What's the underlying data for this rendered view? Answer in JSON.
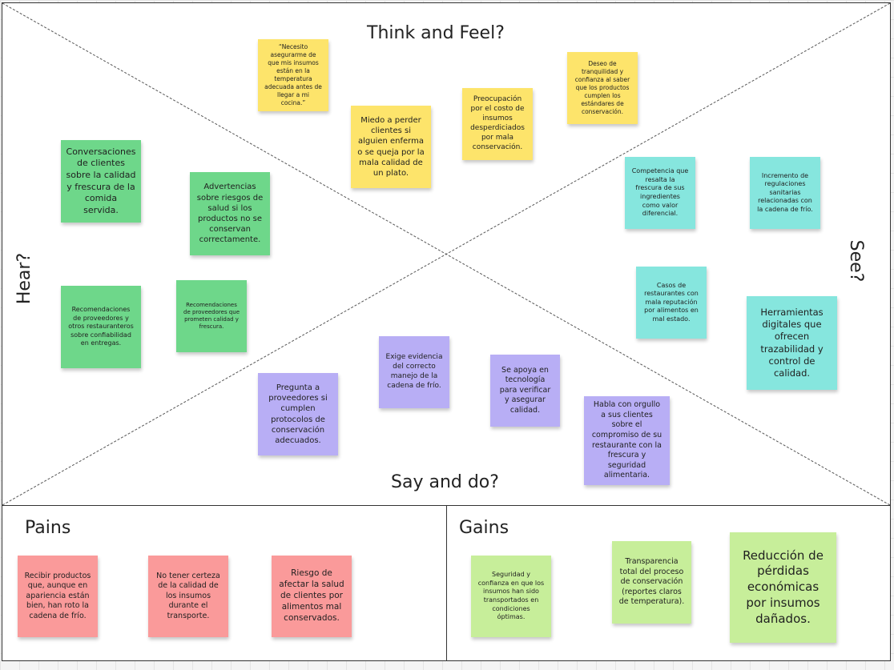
{
  "quadrants": {
    "think_feel": "Think and Feel?",
    "hear": "Hear?",
    "see": "See?",
    "say_do": "Say and do?"
  },
  "sections": {
    "pains": "Pains",
    "gains": "Gains"
  },
  "colors": {
    "yellow": "#fde46b",
    "green": "#6ed78a",
    "cyan": "#86e6de",
    "purple": "#b8aef5",
    "red": "#fa9a9a",
    "lime": "#c7ee9a"
  },
  "notes": {
    "think_1": "“Necesito asegurarme de que mis insumos están en la temperatura adecuada antes de llegar a mi cocina.”",
    "think_2": "Miedo a perder clientes si alguien enferma o se queja por la mala calidad de un plato.",
    "think_3": "Preocupación por el costo de insumos desperdiciados por mala conservación.",
    "think_4": "Deseo de tranquilidad y confianza al saber que los productos cumplen los estándares de conservación.",
    "hear_1": "Conversaciones de clientes sobre la calidad y frescura de la comida servida.",
    "hear_2": "Advertencias sobre riesgos de salud si los productos no se conservan correctamente.",
    "hear_3": "Recomendaciones de proveedores y otros restauranteros sobre confiabilidad en entregas.",
    "hear_4": "Recomendaciones de proveedores que prometen calidad y frescura.",
    "see_1": "Competencia que resalta la frescura de sus ingredientes como valor diferencial.",
    "see_2": "Incremento de regulaciones sanitarias relacionadas con la cadena de frío.",
    "see_3": "Casos de restaurantes con mala reputación por alimentos en mal estado.",
    "see_4": "Herramientas digitales que ofrecen trazabilidad y control de calidad.",
    "say_1": "Exige evidencia del correcto manejo de la cadena de frío.",
    "say_2": "Se apoya en tecnología para verificar y asegurar calidad.",
    "say_3": "Pregunta a proveedores si cumplen protocolos de conservación adecuados.",
    "say_4": "Habla con orgullo a sus clientes sobre el compromiso de su restaurante con la frescura y seguridad alimentaria.",
    "pain_1": "Recibir productos que, aunque en apariencia están bien, han roto la cadena de frío.",
    "pain_2": "No tener certeza de la calidad de los insumos durante el transporte.",
    "pain_3": "Riesgo de afectar la salud de clientes por alimentos mal conservados.",
    "gain_1": "Seguridad y confianza en que los insumos han sido transportados en condiciones óptimas.",
    "gain_2": "Transparencia total del proceso de conservación (reportes claros de temperatura).",
    "gain_3": "Reducción de pérdidas económicas por insumos dañados."
  }
}
